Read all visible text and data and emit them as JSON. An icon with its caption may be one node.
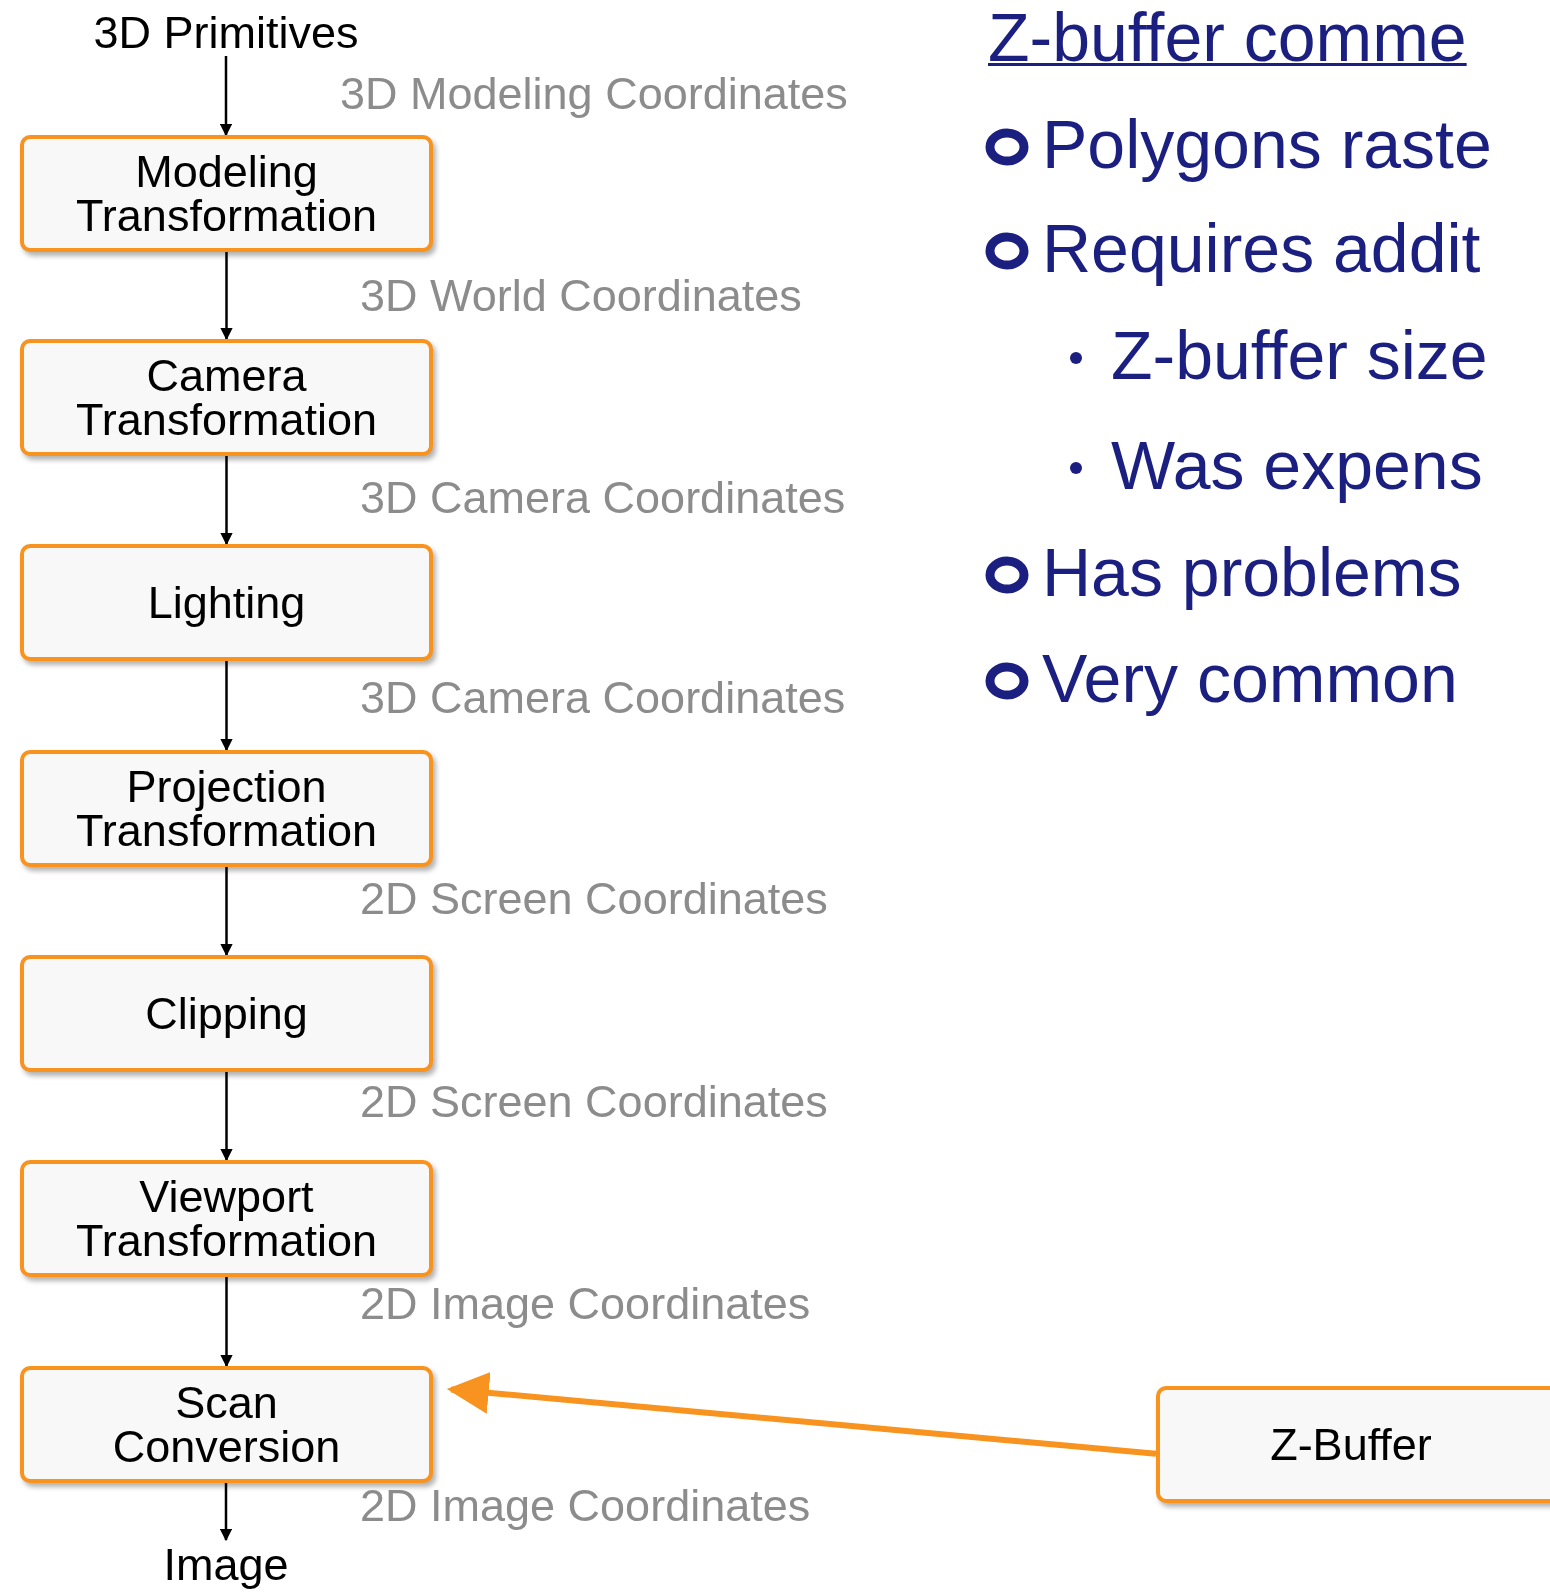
{
  "diagram": {
    "title": "Z-buffer comme",
    "nodes": [
      {
        "text": [
          "3D Primitives"
        ]
      },
      {
        "text": [
          "Modeling Transformation"
        ]
      },
      {
        "text": [
          "Camera Transformation"
        ]
      },
      {
        "text": [
          "Lighting"
        ]
      },
      {
        "text": [
          "Projection Transformation"
        ]
      },
      {
        "text": [
          "Clipping"
        ]
      },
      {
        "text": [
          "Viewport Transformation"
        ]
      },
      {
        "text": [
          "Scan Conversion"
        ]
      },
      {
        "text": [
          "Image"
        ]
      },
      {
        "text": [
          "Z-Buffer"
        ]
      }
    ],
    "edges": [
      {
        "from": 0,
        "to": 1,
        "arrow": "to"
      },
      {
        "from": 1,
        "to": 2,
        "arrow": "to"
      },
      {
        "from": 2,
        "to": 3,
        "arrow": "to"
      },
      {
        "from": 3,
        "to": 4,
        "arrow": "to"
      },
      {
        "from": 4,
        "to": 5,
        "arrow": "to"
      },
      {
        "from": 5,
        "to": 6,
        "arrow": "to"
      },
      {
        "from": 6,
        "to": 7,
        "arrow": "to"
      },
      {
        "from": 7,
        "to": 8,
        "arrow": "to"
      },
      {
        "from": 9,
        "to": 7,
        "arrow": "to",
        "style": "thick",
        "color": "#f7931e"
      }
    ],
    "labels": [
      "3D Modeling Coordinates",
      "3D World Coordinates",
      "3D Camera Coordinates",
      "3D Camera Coordinates",
      "2D Screen Coordinates",
      "2D Screen Coordinates",
      "2D Image Coordinates",
      "2D Image Coordinates",
      "Polygons raste",
      "Requires addit",
      "Z-buffer size",
      "Was expens",
      "Has problems",
      "Very common"
    ]
  }
}
